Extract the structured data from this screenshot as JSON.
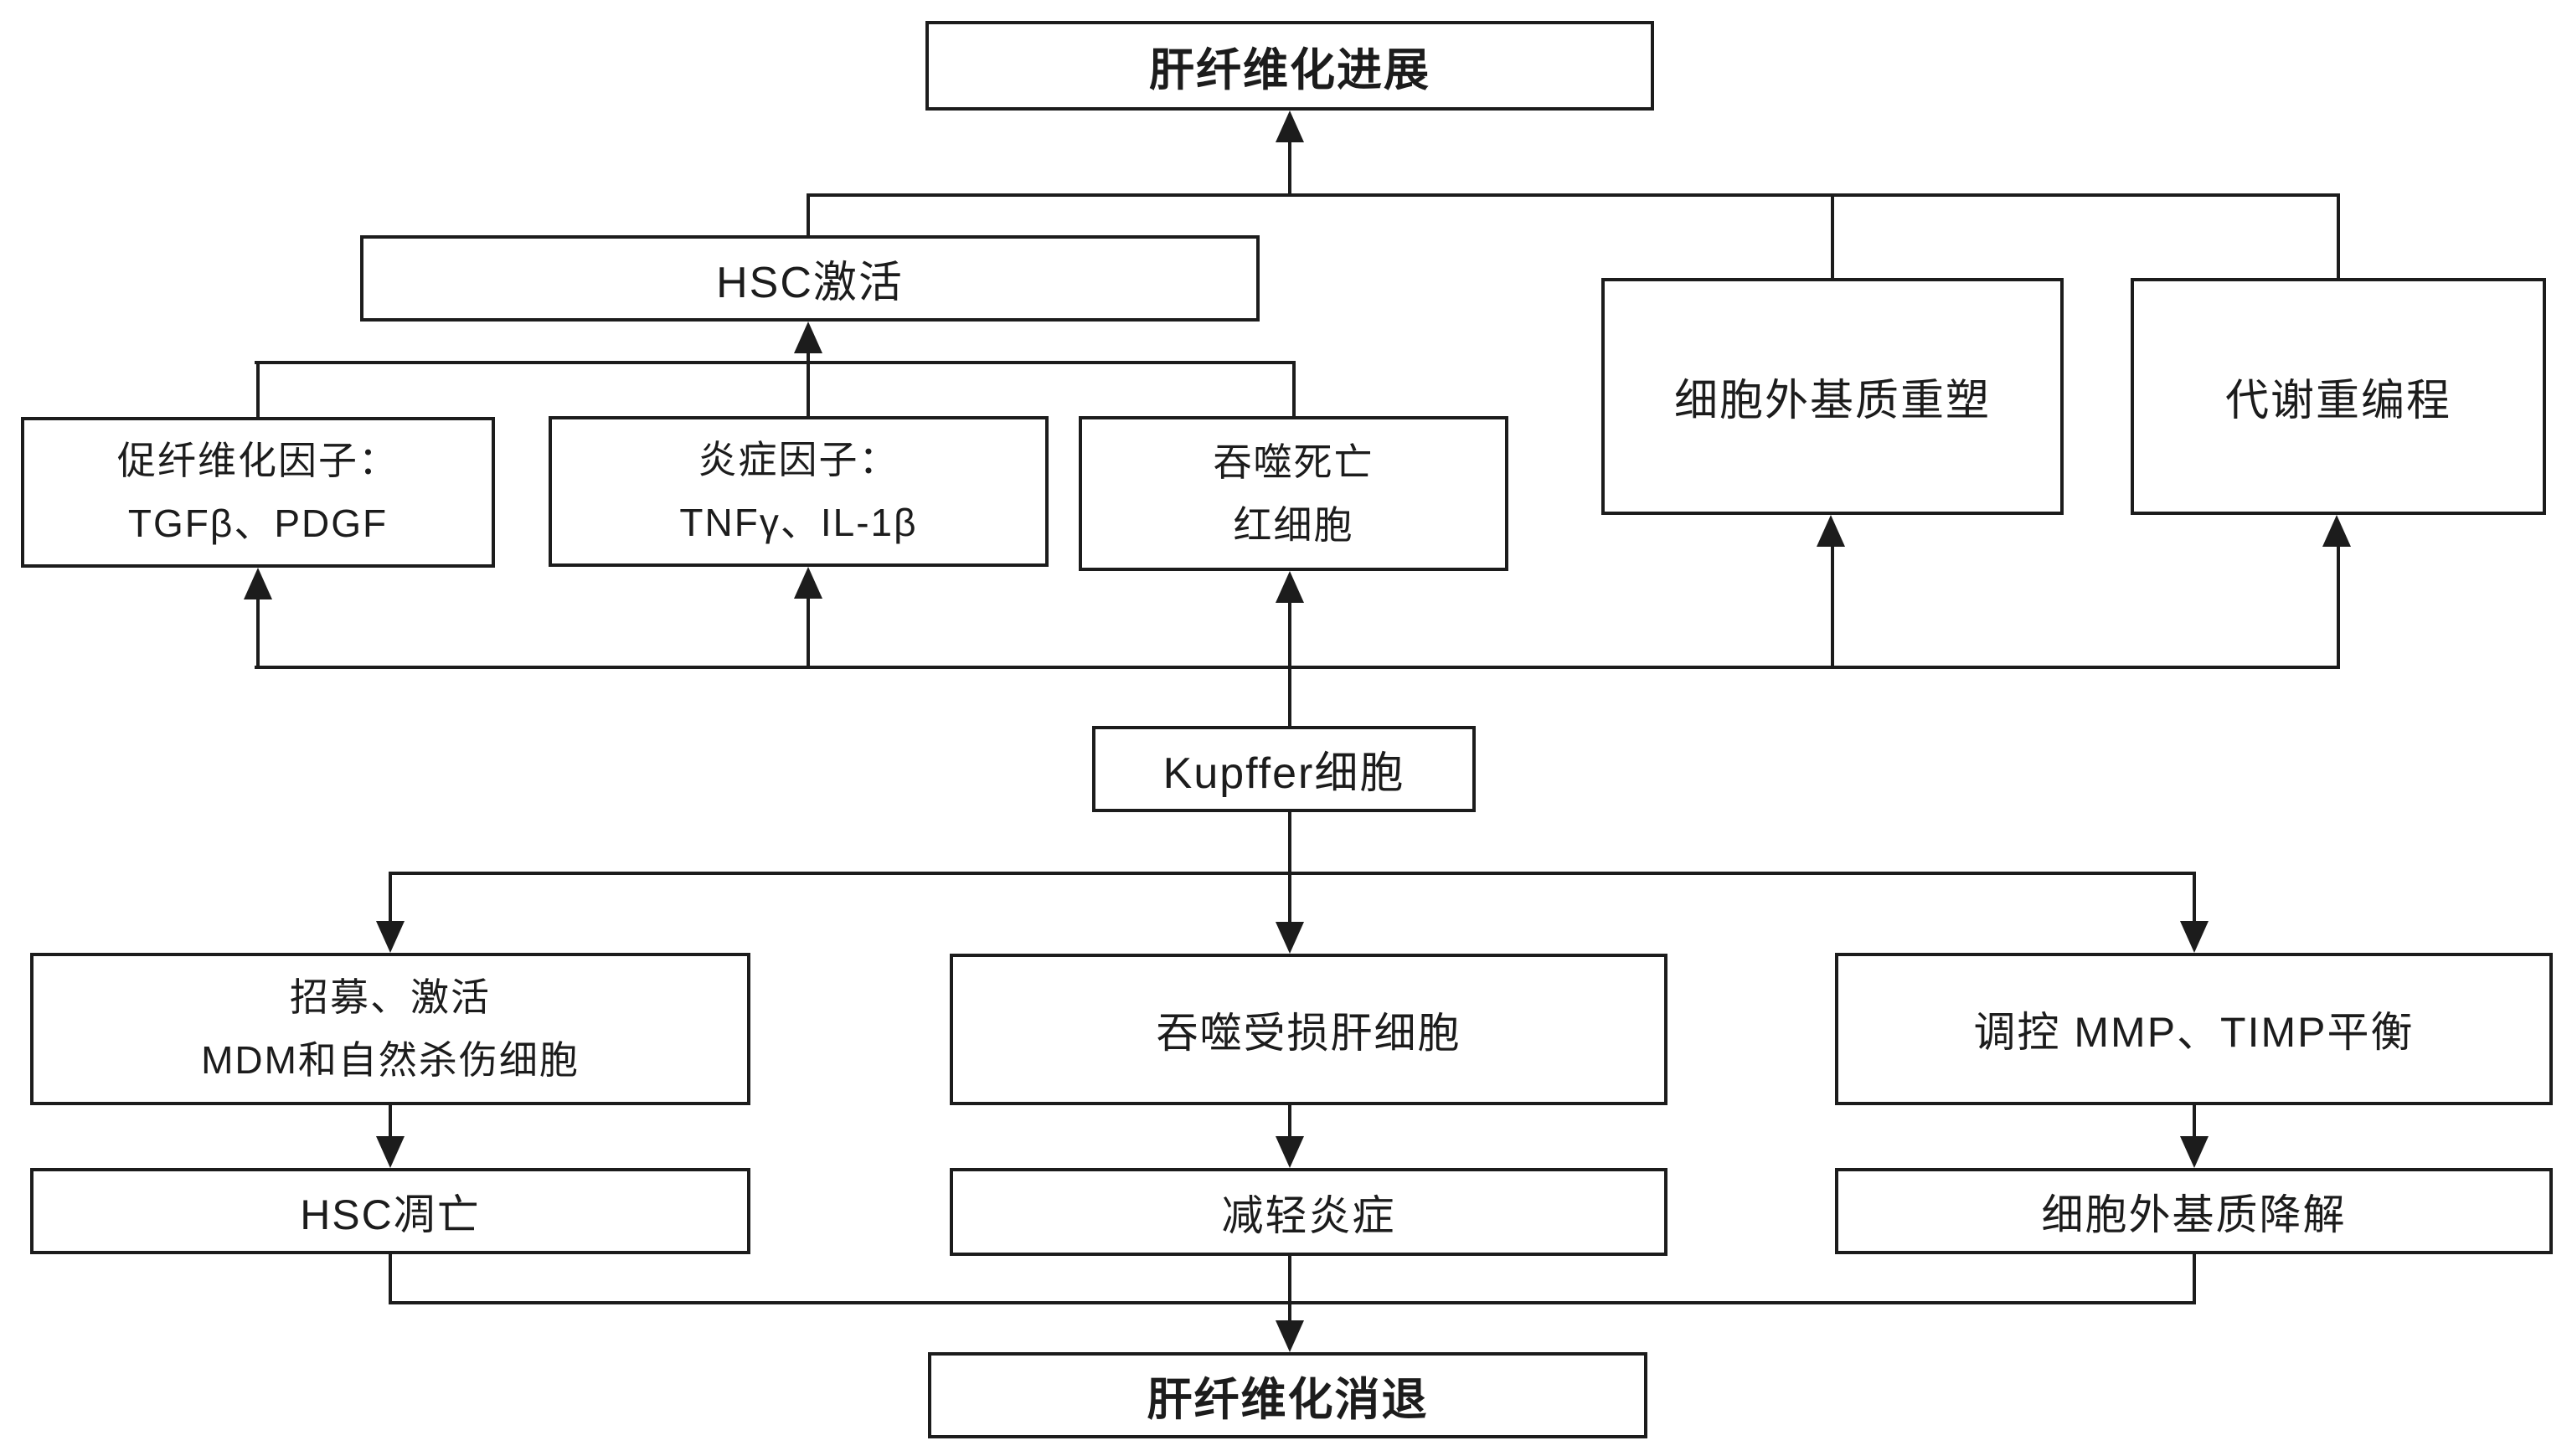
{
  "nodes": {
    "fibrosis_progression": {
      "label": "肝纤维化进展"
    },
    "hsc_activation": {
      "label": "HSC激活"
    },
    "ecm_remodeling": {
      "label": "细胞外基质重塑"
    },
    "metabolic_reprogramming": {
      "label": "代谢重编程"
    },
    "profibrotic_factors": {
      "line1": "促纤维化因子：",
      "line2": "TGFβ、PDGF"
    },
    "inflammatory_factors": {
      "line1": "炎症因子：",
      "line2": "TNFγ、IL-1β"
    },
    "phagocytose_dead_rbc": {
      "line1": "吞噬死亡",
      "line2": "红细胞"
    },
    "kupffer_cells": {
      "label": "Kupffer细胞"
    },
    "recruit_activate": {
      "line1": "招募、激活",
      "line2": "MDM和自然杀伤细胞"
    },
    "phagocytose_damaged_hepatocytes": {
      "label": "吞噬受损肝细胞"
    },
    "regulate_mmp_timp": {
      "label": "调控 MMP、TIMP平衡"
    },
    "hsc_apoptosis": {
      "label": "HSC凋亡"
    },
    "reduce_inflammation": {
      "label": "减轻炎症"
    },
    "ecm_degradation": {
      "label": "细胞外基质降解"
    },
    "fibrosis_regression": {
      "label": "肝纤维化消退"
    }
  },
  "colors": {
    "background": "#ffffff",
    "box_fill": "#ffffff",
    "box_border": "#1c1c1c",
    "line": "#1c1c1c",
    "text": "#1c1c1c"
  }
}
